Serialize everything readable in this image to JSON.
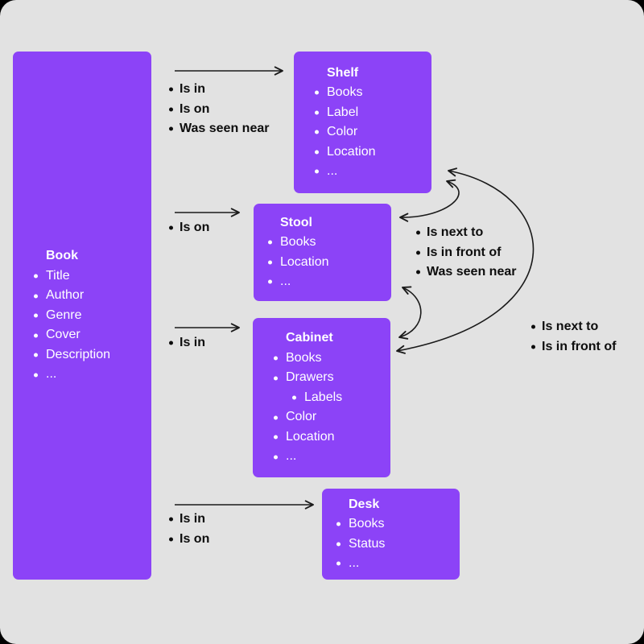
{
  "colors": {
    "page_corners": "#000000",
    "background": "#e2e2e2",
    "node_fill": "#8c43f7",
    "node_text": "#ffffff",
    "label_text": "#0d0d0d",
    "arrow_stroke": "#1a1a1a"
  },
  "nodes": {
    "book": {
      "title": "Book",
      "items": [
        "Title",
        "Author",
        "Genre",
        "Cover",
        "Description",
        "..."
      ]
    },
    "shelf": {
      "title": "Shelf",
      "items": [
        "Books",
        "Label",
        "Color",
        "Location",
        "..."
      ]
    },
    "stool": {
      "title": "Stool",
      "items": [
        "Books",
        "Location",
        "..."
      ]
    },
    "cabinet": {
      "title": "Cabinet",
      "items": [
        "Books",
        "Drawers",
        "Labels",
        "Color",
        "Location",
        "..."
      ]
    },
    "desk": {
      "title": "Desk",
      "items": [
        "Books",
        "Status",
        "..."
      ]
    }
  },
  "relation_labels": {
    "book_shelf": [
      "Is in",
      "Is on",
      "Was seen near"
    ],
    "book_stool": [
      "Is on"
    ],
    "book_cabinet": [
      "Is in"
    ],
    "book_desk": [
      "Is in",
      "Is on"
    ],
    "stool_between": [
      "Is next to",
      "Is in front of",
      "Was seen near"
    ],
    "shelf_cabinet": [
      "Is next to",
      "Is in front of"
    ]
  }
}
